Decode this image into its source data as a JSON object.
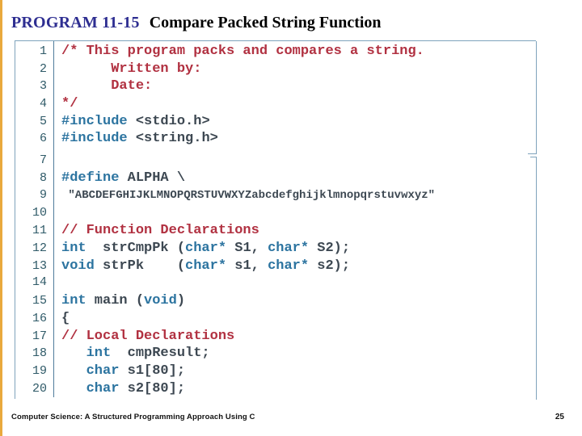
{
  "title": {
    "program": "PROGRAM 11-15",
    "name": "Compare Packed String Function"
  },
  "footer": {
    "book": "Computer Science: A Structured Programming Approach Using C",
    "page": "25"
  },
  "colors": {
    "accent": "#E9A93D",
    "titleProgram": "#2E2E91",
    "border": "#7FA3BC",
    "divider": "#4F7C9B",
    "lineNum": "#2F5A68",
    "kw": "#2C74A0",
    "cm": "#B13141",
    "tx": "#3D4852"
  },
  "code": {
    "lines": [
      {
        "num": "1",
        "seg": [
          [
            "c",
            "/* This program packs and compares a string."
          ]
        ]
      },
      {
        "num": "2",
        "seg": [
          [
            "c",
            "      Written by:"
          ]
        ]
      },
      {
        "num": "3",
        "seg": [
          [
            "c",
            "      Date:"
          ]
        ]
      },
      {
        "num": "4",
        "seg": [
          [
            "c",
            "*/"
          ]
        ]
      },
      {
        "num": "5",
        "seg": [
          [
            "k",
            "#include"
          ],
          [
            "t",
            " <stdio.h>"
          ]
        ]
      },
      {
        "num": "6",
        "seg": [
          [
            "k",
            "#include"
          ],
          [
            "t",
            " <string.h>"
          ]
        ]
      },
      {
        "num": "7",
        "seg": [],
        "gap": true
      },
      {
        "num": "8",
        "seg": [
          [
            "k",
            "#define"
          ],
          [
            "t",
            " ALPHA \\"
          ]
        ]
      },
      {
        "num": "9",
        "seg": [
          [
            "t",
            " \"ABCDEFGHIJKLMNOPQRSTUVWXYZabcdefghijklmnopqrstuvwxyz\""
          ]
        ],
        "small": true
      },
      {
        "num": "10",
        "seg": []
      },
      {
        "num": "11",
        "seg": [
          [
            "c",
            "// Function Declarations"
          ]
        ]
      },
      {
        "num": "12",
        "seg": [
          [
            "k",
            "int"
          ],
          [
            "t",
            "  strCmpPk ("
          ],
          [
            "k",
            "char*"
          ],
          [
            "t",
            " S1, "
          ],
          [
            "k",
            "char*"
          ],
          [
            "t",
            " S2);"
          ]
        ]
      },
      {
        "num": "13",
        "seg": [
          [
            "k",
            "void"
          ],
          [
            "t",
            " strPk    ("
          ],
          [
            "k",
            "char*"
          ],
          [
            "t",
            " s1, "
          ],
          [
            "k",
            "char*"
          ],
          [
            "t",
            " s2);"
          ]
        ]
      },
      {
        "num": "14",
        "seg": []
      },
      {
        "num": "15",
        "seg": [
          [
            "k",
            "int"
          ],
          [
            "t",
            " main ("
          ],
          [
            "k",
            "void"
          ],
          [
            "t",
            ")"
          ]
        ]
      },
      {
        "num": "16",
        "seg": [
          [
            "t",
            "{"
          ]
        ]
      },
      {
        "num": "17",
        "seg": [
          [
            "c",
            "// Local Declarations"
          ]
        ]
      },
      {
        "num": "18",
        "seg": [
          [
            "t",
            "   "
          ],
          [
            "k",
            "int"
          ],
          [
            "t",
            "  cmpResult;"
          ]
        ]
      },
      {
        "num": "19",
        "seg": [
          [
            "t",
            "   "
          ],
          [
            "k",
            "char"
          ],
          [
            "t",
            " s1[80];"
          ]
        ]
      },
      {
        "num": "20",
        "seg": [
          [
            "t",
            "   "
          ],
          [
            "k",
            "char"
          ],
          [
            "t",
            " s2[80];"
          ]
        ]
      }
    ]
  }
}
